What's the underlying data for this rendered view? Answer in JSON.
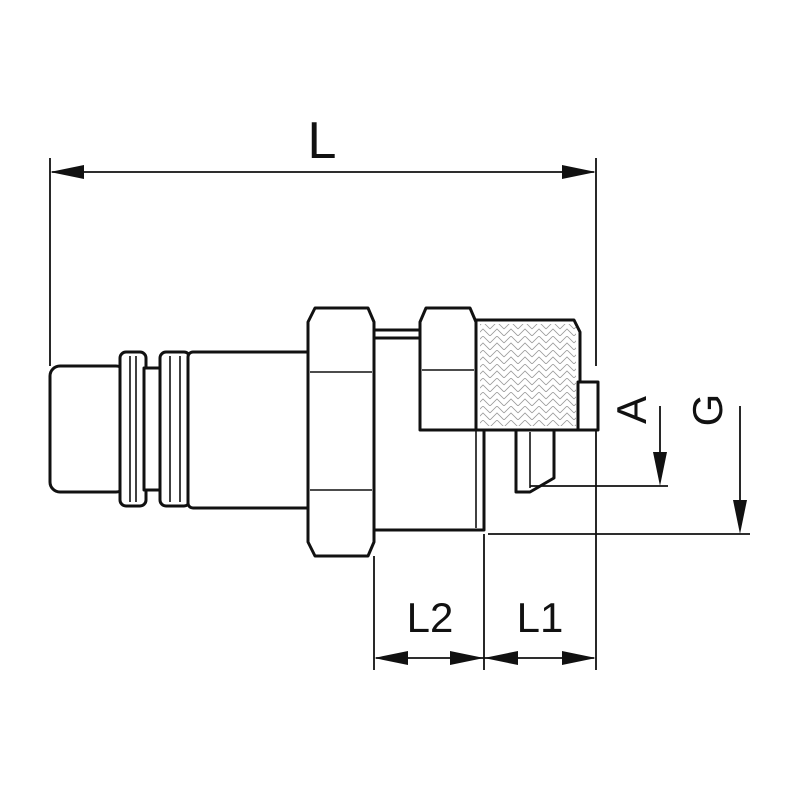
{
  "diagram": {
    "dimension_labels": {
      "overall_length": "L",
      "l1": "L1",
      "l2": "L2",
      "a": "A",
      "g": "G"
    },
    "colors": {
      "line": "#111111",
      "background": "#ffffff",
      "hatch": "#9a9a9a"
    }
  }
}
